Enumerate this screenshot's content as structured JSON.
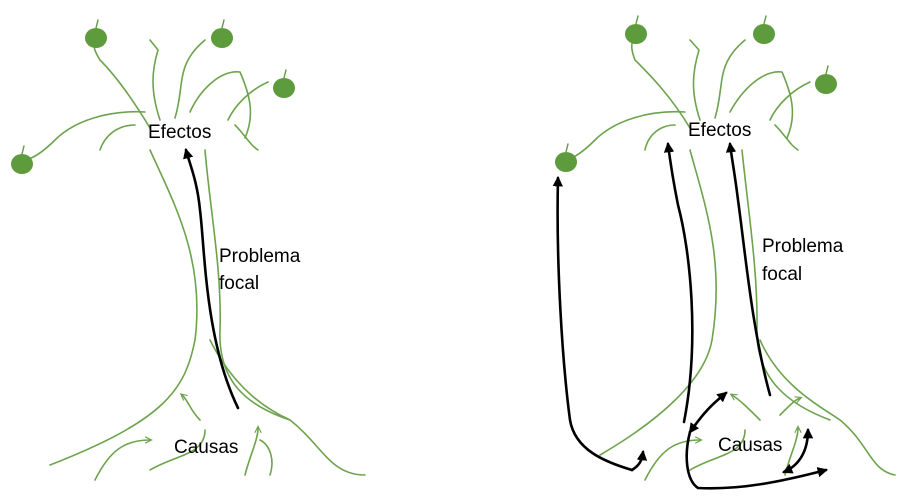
{
  "left_tree": {
    "effects_label": "Efectos",
    "problem_label_line1": "Problema",
    "problem_label_line2": "focal",
    "causes_label": "Causas"
  },
  "right_tree": {
    "effects_label": "Efectos",
    "problem_label_line1": "Problema",
    "problem_label_line2": "focal",
    "causes_label": "Causas"
  },
  "colors": {
    "branch": "#6da34d",
    "apple": "#5e9b3c",
    "arrow": "#000000"
  }
}
